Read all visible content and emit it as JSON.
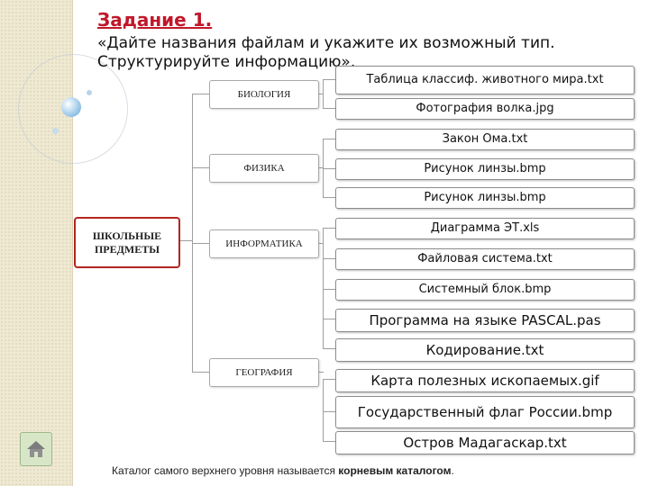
{
  "title": "Задание 1.",
  "subtitle_line1": "«Дайте названия файлам и укажите их возможный тип.",
  "subtitle_line2": "Структурируйте информацию».",
  "root": {
    "line1": "ШКОЛЬНЫЕ",
    "line2": "ПРЕДМЕТЫ"
  },
  "categories": [
    "БИОЛОГИЯ",
    "ФИЗИКА",
    "ИНФОРМАТИКА",
    "ГЕОГРАФИЯ"
  ],
  "files": [
    "Таблица классиф. животного мира.txt",
    "Фотография волка.jpg",
    "Закон Ома.txt",
    "Рисунок линзы.bmp",
    "Рисунок линзы.bmp",
    "Диаграмма ЭТ.xls",
    "Файловая система.txt",
    "Системный блок.bmp",
    "Программа на языке PASCAL.pas",
    "Кодирование.txt",
    "Карта полезных ископаемых.gif",
    "Государственный флаг России.bmp",
    "Остров Мадагаскар.txt"
  ],
  "footer": {
    "prefix": "Каталог самого верхнего уровня называется ",
    "emphasis": "корневым каталогом",
    "suffix": "."
  },
  "home_icon": "home-icon",
  "colors": {
    "title": "#c0182a",
    "root_border": "#b3261e",
    "strip": "#efe9d2"
  }
}
